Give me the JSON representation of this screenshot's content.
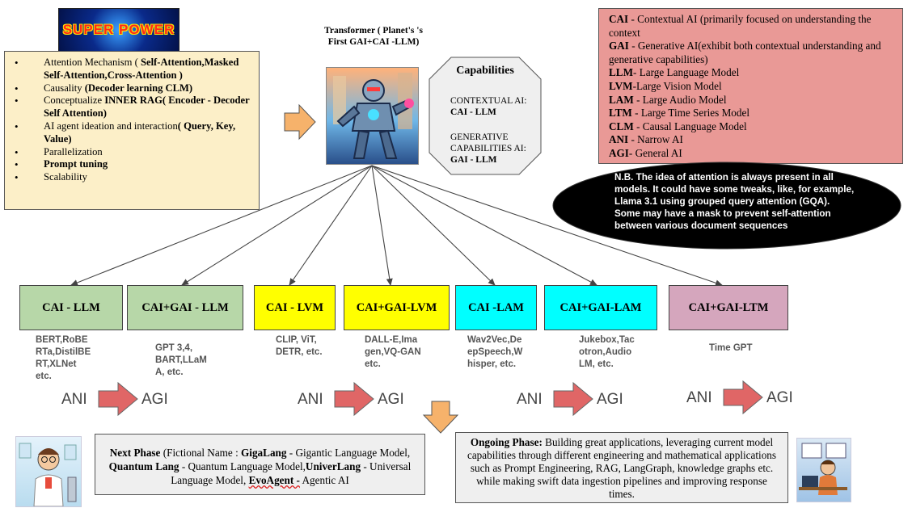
{
  "logo": {
    "text": "SUPER POWER"
  },
  "features": [
    {
      "plain": "Attention Mechanism ( ",
      "bold": "Self-Attention,Masked Self-Attention,Cross-Attention )"
    },
    {
      "plain": "Causality ",
      "bold": "(Decoder learning CLM)"
    },
    {
      "plain": "Conceptualize ",
      "bold": "INNER  RAG( Encoder - Decoder Self Attention)"
    },
    {
      "plain": "AI agent ideation and interaction",
      "bold": "( Query, Key, Value)"
    },
    {
      "plain": "Parallelization",
      "bold": ""
    },
    {
      "plain": "",
      "bold": "Prompt tuning"
    },
    {
      "plain": "Scalability",
      "bold": ""
    }
  ],
  "transformer": {
    "title": "Transformer ( Planet's 's First GAI+CAI -LLM)"
  },
  "capabilities": {
    "title": "Capabilities",
    "ctx_label": "CONTEXTUAL AI: ",
    "ctx_value": "CAI - LLM",
    "gen_label": "GENERATIVE CAPABILITIES AI: ",
    "gen_value": "GAI - LLM"
  },
  "glossary": [
    {
      "term": "CAI",
      "def": " - Contextual AI (primarily focused on understanding the context"
    },
    {
      "term": "GAI",
      "def": " - Generative AI(exhibit both contextual understanding and generative capabilities)"
    },
    {
      "term": "LLM",
      "def": "- Large Language Model"
    },
    {
      "term": "LVM",
      "def": "-Large Vision Model"
    },
    {
      "term": "LAM",
      "def": " - Large Audio Model"
    },
    {
      "term": "LTM",
      "def": " - Large Time Series Model"
    },
    {
      "term": "CLM",
      "def": " - Causal Language Model"
    },
    {
      "term": "ANI",
      "def": " - Narrow AI"
    },
    {
      "term": "AGI",
      "def": "- General AI"
    }
  ],
  "note": "N.B. The idea of attention is always present in all models. It could have some tweaks, like, for example, Llama 3.1 using grouped query attention (GQA). Some may have a mask to prevent self-attention between various document sequences",
  "categories": [
    {
      "label": "CAI - LLM",
      "color": "#b7d7a8",
      "examples": [
        "BERT,RoBE",
        "RTa,DistilBE",
        "RT,XLNet",
        "etc."
      ]
    },
    {
      "label": "CAI+GAI - LLM",
      "color": "#b7d7a8",
      "examples": [
        "GPT 3,4,",
        "BART,LLaM",
        "A, etc."
      ]
    },
    {
      "label": "CAI - LVM",
      "color": "#ffff00",
      "examples": [
        "CLIP, ViT,",
        "DETR, etc."
      ]
    },
    {
      "label": "CAI+GAI-LVM",
      "color": "#ffff00",
      "examples": [
        "DALL-E,Ima",
        "gen,VQ-GAN",
        "etc."
      ]
    },
    {
      "label": "CAI -LAM",
      "color": "#00ffff",
      "examples": [
        "Wav2Vec,De",
        "epSpeech,W",
        "hisper, etc."
      ]
    },
    {
      "label": "CAI+GAI-LAM",
      "color": "#00ffff",
      "examples": [
        "Jukebox,Tac",
        "otron,Audio",
        "LM, etc."
      ]
    },
    {
      "label": "CAI+GAI-LTM",
      "color": "#d5a6bd",
      "examples": [
        "Time GPT"
      ]
    }
  ],
  "progression": {
    "from": "ANI",
    "to": "AGI"
  },
  "next_phase": {
    "label": "Next Phase",
    "t1": " (Fictional Name : ",
    "n1": "GigaLang",
    "t2": " - Gigantic Language Model, ",
    "n2": "Quantum Lang",
    "t3": " - Quantum Language Model,",
    "n3": "UniverLang",
    "t4": " - Universal Language Model, ",
    "n4": "EvoAgent -",
    "t5": " Agentic AI"
  },
  "ongoing_phase": {
    "label": "Ongoing Phase:",
    "text": " Building great applications, leveraging current model capabilities through different engineering and mathematical applications such as Prompt Engineering, RAG, LangGraph, knowledge graphs etc. while making swift data ingestion pipelines and improving response times."
  },
  "colors": {
    "arrow_fill": "#f6b26b",
    "red_arrow": "#e06666",
    "glossary_bg": "#e99996",
    "features_bg": "#fcefc8"
  }
}
